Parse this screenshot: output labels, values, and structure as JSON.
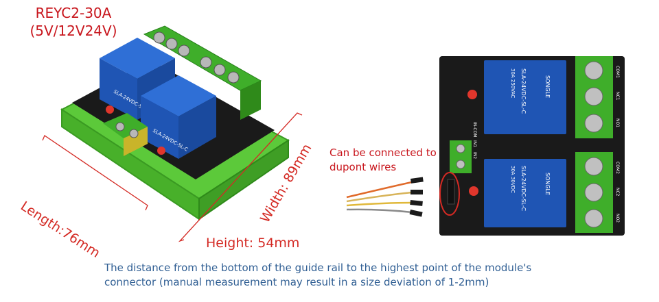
{
  "product": {
    "model": "REYC2-30A",
    "voltage": "(5V/12V24V)"
  },
  "dimensions": {
    "length": "Length:76mm",
    "width": "Width: 89mm",
    "height": "Height: 54mm"
  },
  "callout": {
    "line1": "Can be connected to",
    "line2": "dupont wires"
  },
  "relay_label": {
    "model": "SLA-24VDC-SL-C",
    "brand": "SONGLE",
    "rating1": "30A 250VAC",
    "rating2": "30A 30VDC"
  },
  "board_labels": {
    "com1": "COM1",
    "nc1": "NC1",
    "no1": "NO1",
    "com2": "COM2",
    "nc2": "NC2",
    "no2": "NO2",
    "in_com": "IN-COM",
    "in1": "IN1",
    "in2": "IN2"
  },
  "note": {
    "line1": "The distance from the bottom of the guide rail to the highest point of the module's",
    "line2": "connector (manual measurement may result in a size deviation of 1-2mm)"
  },
  "colors": {
    "title_red": "#c8161d",
    "note_blue": "#2f5e93",
    "relay_blue": "#1f55b4",
    "rail_green": "#5cc93a",
    "pcb_black": "#1a1a1a"
  }
}
